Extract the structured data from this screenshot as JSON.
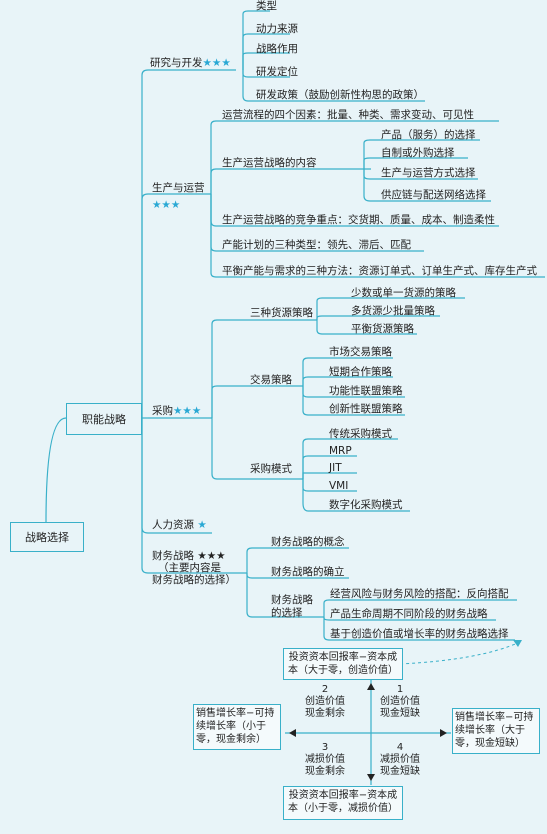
{
  "root": {
    "label": "战略选择"
  },
  "level1": {
    "label": "职能战略"
  },
  "research": {
    "label": "研究与开发",
    "stars": "★★★",
    "items": [
      "类型",
      "动力来源",
      "战略作用",
      "研发定位",
      "研发政策（鼓励创新性构思的政策）"
    ]
  },
  "production": {
    "label": "生产与运营",
    "stars": "★★★",
    "flow": "运营流程的四个因素：批量、种类、需求变动、可见性",
    "content_label": "生产运营战略的内容",
    "content_items": [
      "产品（服务）的选择",
      "自制或外购选择",
      "生产与运营方式选择",
      "供应链与配送网络选择"
    ],
    "competition": "生产运营战略的竞争重点：交货期、质量、成本、制造柔性",
    "capacity": "产能计划的三种类型：领先、滞后、匹配",
    "balance": "平衡产能与需求的三种方法：资源订单式、订单生产式、库存生产式"
  },
  "purchasing": {
    "label": "采购",
    "stars": "★★★",
    "sourcing_label": "三种货源策略",
    "sourcing_items": [
      "少数或单一货源的策略",
      "多货源少批量策略",
      "平衡货源策略"
    ],
    "trade_label": "交易策略",
    "trade_items": [
      "市场交易策略",
      "短期合作策略",
      "功能性联盟策略",
      "创新性联盟策略"
    ],
    "mode_label": "采购模式",
    "mode_items": [
      "传统采购模式",
      "MRP",
      "JIT",
      "VMI",
      "数字化采购模式"
    ]
  },
  "hr": {
    "label": "人力资源",
    "stars": "★"
  },
  "finance": {
    "label": "财务战略",
    "stars": "★★★",
    "note1": "（主要内容是",
    "note2": "财务战略的选择）",
    "concept": "财务战略的概念",
    "establish": "财务战略的确立",
    "selection_label1": "财务战略",
    "selection_label2": "的选择",
    "selection_items": [
      "经营风险与财务风险的搭配：反向搭配",
      "产品生命周期不同阶段的财务战略",
      "基于创造价值或增长率的财务战略选择"
    ]
  },
  "matrix": {
    "top": "投资资本回报率−资本成本（大于零，创造价值）",
    "bottom": "投资资本回报率−资本成本（小于零，减损价值）",
    "left": "销售增长率−可持续增长率（小于零，现金剩余）",
    "right": "销售增长率−可持续增长率（大于零，现金短缺）",
    "q1_num": "1",
    "q1_a": "创造价值",
    "q1_b": "现金短缺",
    "q2_num": "2",
    "q2_a": "创造价值",
    "q2_b": "现金剩余",
    "q3_num": "3",
    "q3_a": "减损价值",
    "q3_b": "现金剩余",
    "q4_num": "4",
    "q4_a": "减损价值",
    "q4_b": "现金短缺"
  },
  "colors": {
    "line": "#39b0c9",
    "accent": "#29a8d4",
    "bg": "#e8f4f8"
  }
}
